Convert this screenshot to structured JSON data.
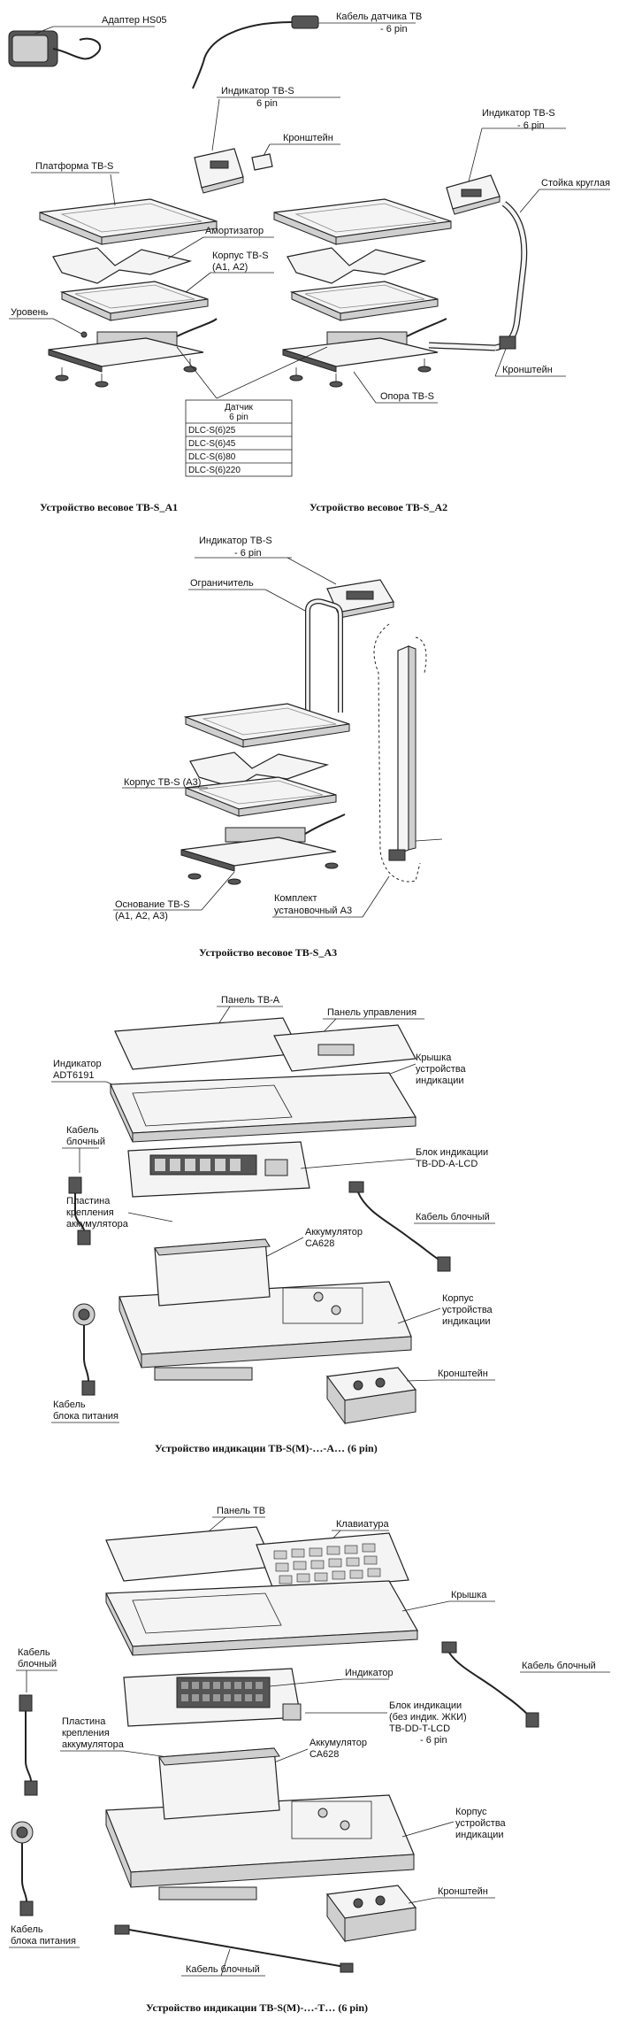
{
  "section1": {
    "labels": {
      "adapter": "Адаптер HS05",
      "sensor_cable_1": "Кабель датчика ТВ",
      "sensor_cable_2": "- 6 pin",
      "indicator_a1_1": "Индикатор ТВ-S",
      "indicator_a1_2": "6 pin",
      "bracket_top": "Кронштейн",
      "indicator_a2_1": "Индикатор ТВ-S",
      "indicator_a2_2": "- 6 pin",
      "platform": "Платформа ТВ-S",
      "round_stand": "Стойка круглая",
      "damper": "Амортизатор",
      "body_1": "Корпус ТВ-S",
      "body_2": "(А1, А2)",
      "level": "Уровень",
      "bracket_bottom": "Кронштейн",
      "support": "Опора ТВ-S"
    },
    "sensor_table": {
      "title": "Датчик",
      "subtitle": "6 pin",
      "rows": [
        "DLC-S(6)25",
        "DLC-S(6)45",
        "DLC-S(6)80",
        "DLC-S(6)220"
      ]
    },
    "captions": {
      "a1": "Устройство весовое ТВ-S_A1",
      "a2": "Устройство весовое ТВ-S_A2"
    }
  },
  "section2": {
    "labels": {
      "indicator_1": "Индикатор ТВ-S",
      "indicator_2": "- 6 pin",
      "limiter": "Ограничитель",
      "body": "Корпус ТВ-S (А3)",
      "base_1": "Основание ТВ-S",
      "base_2": "(А1, А2, А3)",
      "kit_1": "Комплект",
      "kit_2": "установочный А3"
    },
    "caption": "Устройство весовое ТВ-S_A3"
  },
  "section3": {
    "labels": {
      "panel_tva": "Панель ТВ-А",
      "control_panel": "Панель управления",
      "cover_1": "Крышка",
      "cover_2": "устройства",
      "cover_3": "индикации",
      "indicator_1": "Индикатор",
      "indicator_2": "ADT6191",
      "cable_block_left_1": "Кабель",
      "cable_block_left_2": "блочный",
      "display_block_1": "Блок индикации",
      "display_block_2": "TB-DD-A-LCD",
      "plate_1": "Пластина",
      "plate_2": "крепления",
      "plate_3": "аккумулятора",
      "cable_block_right": "Кабель блочный",
      "battery_1": "Аккумулятор",
      "battery_2": "СА628",
      "housing_1": "Корпус",
      "housing_2": "устройства",
      "housing_3": "индикации",
      "power_cable_1": "Кабель",
      "power_cable_2": "блока питания",
      "bracket": "Кронштейн"
    },
    "caption": "Устройство индикации ТВ-S(M)-…-A… (6 pin)"
  },
  "section4": {
    "labels": {
      "panel_tv": "Панель ТВ",
      "keyboard": "Клавиатура",
      "cover": "Крышка",
      "cable_block_left_1": "Кабель",
      "cable_block_left_2": "блочный",
      "cable_block_right": "Кабель блочный",
      "indicator": "Индикатор",
      "display_block_1": "Блок индикации",
      "display_block_2": "(без индик. ЖКИ)",
      "display_block_3": "TB-DD-T-LCD",
      "display_block_4": "- 6 pin",
      "plate_1": "Пластина",
      "plate_2": "крепления",
      "plate_3": "аккумулятора",
      "battery_1": "Аккумулятор",
      "battery_2": "СА628",
      "housing_1": "Корпус",
      "housing_2": "устройства",
      "housing_3": "индикации",
      "power_cable_1": "Кабель",
      "power_cable_2": "блока питания",
      "bracket": "Кронштейн",
      "cable_block_bottom": "Кабель блочный"
    },
    "caption": "Устройство индикации ТВ-S(M)-…-T… (6 pin)"
  }
}
